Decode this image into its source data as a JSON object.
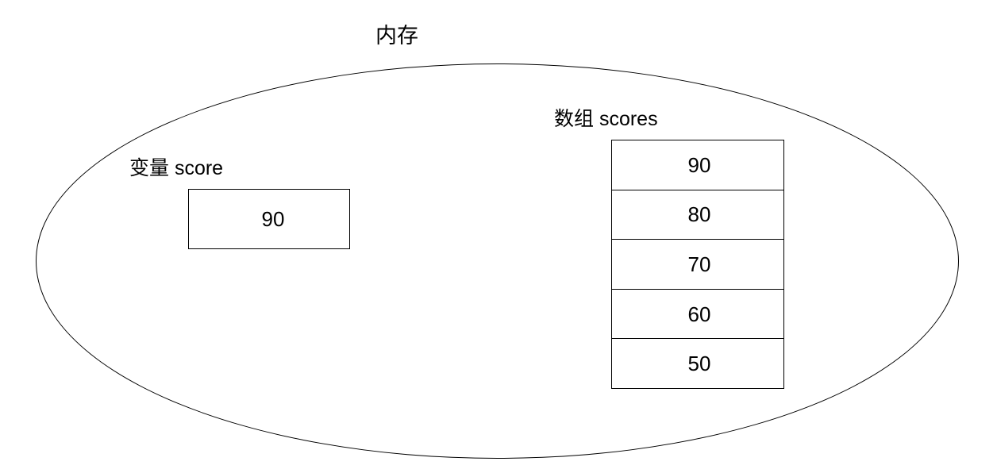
{
  "diagram": {
    "title": "内存",
    "variable": {
      "label": "变量 score",
      "value": "90"
    },
    "array": {
      "label": "数组 scores",
      "cells": [
        {
          "value": "90"
        },
        {
          "value": "80"
        },
        {
          "value": "70"
        },
        {
          "value": "60"
        },
        {
          "value": "50"
        }
      ]
    },
    "colors": {
      "stroke": "#000000",
      "background": "#ffffff",
      "text": "#000000"
    }
  }
}
